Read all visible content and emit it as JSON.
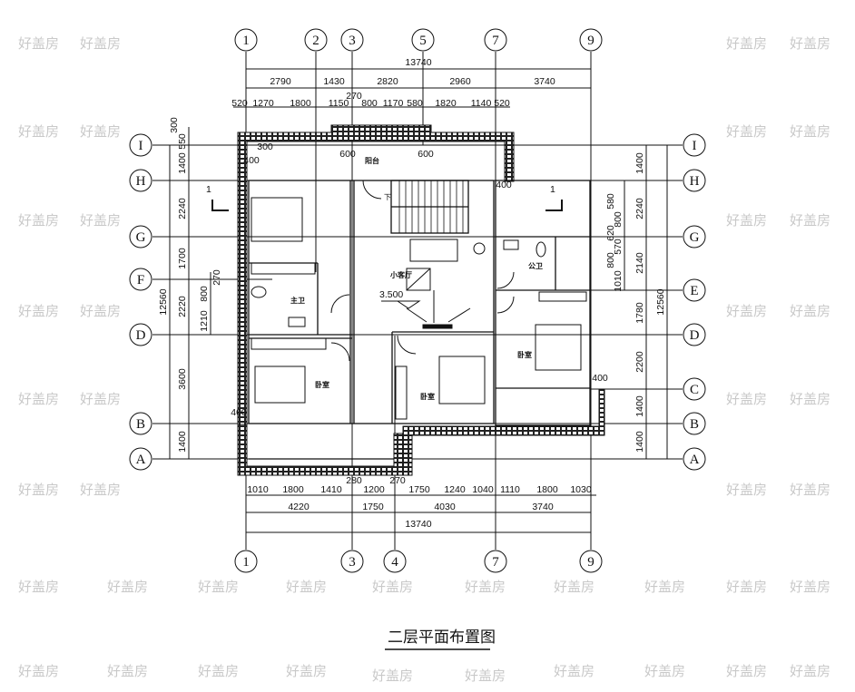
{
  "title": "二层平面布置图",
  "watermark": "好盖房",
  "axes_top": [
    "1",
    "2",
    "3",
    "5",
    "7",
    "9"
  ],
  "axes_bottom": [
    "1",
    "3",
    "4",
    "7",
    "9"
  ],
  "axes_left": [
    "I",
    "H",
    "G",
    "F",
    "D",
    "B",
    "A"
  ],
  "axes_right": [
    "I",
    "H",
    "G",
    "E",
    "D",
    "C",
    "B",
    "A"
  ],
  "dims_top": {
    "total": "13740",
    "row2": [
      "2790",
      "1430",
      "2820",
      "2960",
      "3740"
    ],
    "row3": [
      "520",
      "1270",
      "1800",
      "1150",
      "270",
      "800",
      "1170",
      "580",
      "1820",
      "1140",
      "520"
    ]
  },
  "dims_bottom": {
    "row1": [
      "1010",
      "1800",
      "1410",
      "280",
      "1200",
      "270",
      "1750",
      "1240",
      "1040",
      "1110",
      "1800",
      "1030"
    ],
    "row2": [
      "4220",
      "1750",
      "4030",
      "3740"
    ],
    "total": "13740"
  },
  "dims_left": {
    "total": "12560",
    "row": [
      "300",
      "550",
      "1400",
      "2240",
      "1700",
      "2220",
      "3600",
      "1400"
    ],
    "detail": [
      "1210",
      "800",
      "270"
    ]
  },
  "dims_right": {
    "total": "12560",
    "row": [
      "1400",
      "2240",
      "2140",
      "1780",
      "2200",
      "1400",
      "1400"
    ],
    "detail": [
      "1010",
      "800",
      "570",
      "620",
      "800",
      "580"
    ]
  },
  "dims_inner": [
    "300",
    "400",
    "600",
    "600",
    "400",
    "400",
    "400"
  ],
  "rooms": {
    "balcony": "阳台",
    "living": "小客厅",
    "master_bath": "主卫",
    "public_bath": "公卫",
    "bedroom_left": "卧室",
    "bedroom_mid": "卧室",
    "bedroom_right": "卧室"
  },
  "stair_down": "下",
  "elevation": "3.500",
  "section_mark": "1"
}
